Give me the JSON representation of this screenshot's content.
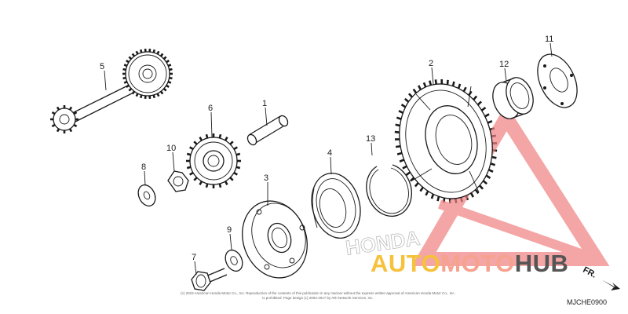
{
  "callouts": [
    {
      "id": "1",
      "label": "1"
    },
    {
      "id": "2",
      "label": "2"
    },
    {
      "id": "3",
      "label": "3"
    },
    {
      "id": "4",
      "label": "4"
    },
    {
      "id": "5",
      "label": "5"
    },
    {
      "id": "6",
      "label": "6"
    },
    {
      "id": "7",
      "label": "7"
    },
    {
      "id": "8",
      "label": "8"
    },
    {
      "id": "9",
      "label": "9"
    },
    {
      "id": "10",
      "label": "10"
    },
    {
      "id": "11",
      "label": "11"
    },
    {
      "id": "12",
      "label": "12"
    },
    {
      "id": "13",
      "label": "13"
    }
  ],
  "direction_marker": "FR.",
  "diagram_code": "MJCHE0900",
  "copyright": "(c) 2023 American Honda Motor Co., Inc. Reproduction of the contents of this publication in any manner without the express written approval of American Honda Motor Co., Inc. is prohibited. Page design (c) 2004-2017 by ARI Network Services, Inc.",
  "watermark": {
    "part1": "AUTO",
    "part2": "MOTO",
    "part3": "HUB"
  },
  "engraving": "HONDA",
  "colors": {
    "watermark_yellow": "#f6c13b",
    "watermark_salmon": "#f6a28f",
    "watermark_gray": "#555555",
    "triangle": "#f08080"
  }
}
